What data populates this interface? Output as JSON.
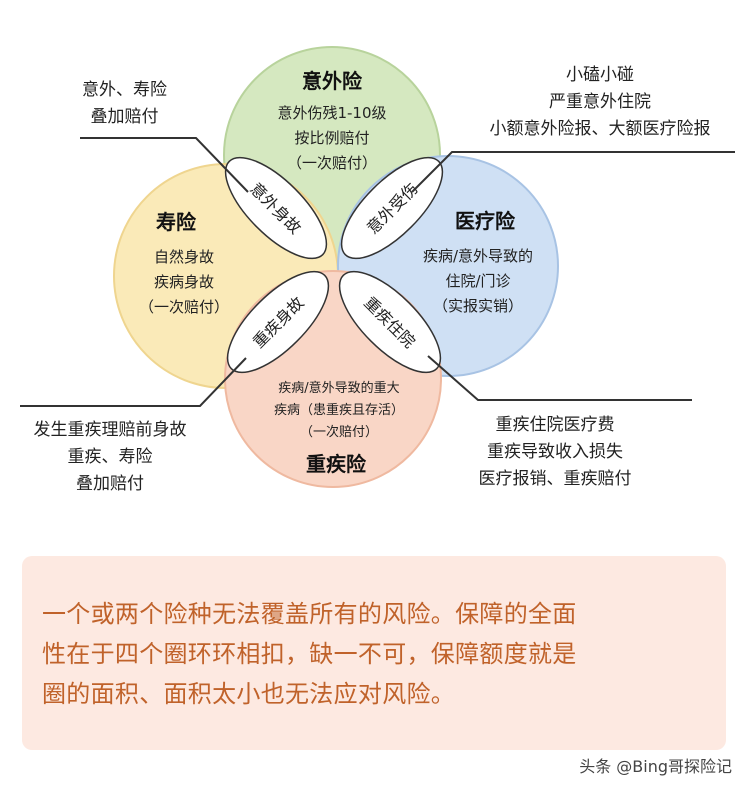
{
  "circles": {
    "accident": {
      "title": "意外险",
      "lines": [
        "意外伤残1-10级",
        "按比例赔付",
        "（一次赔付）"
      ],
      "fill": "#d5e8c0",
      "stroke": "#b8d39c"
    },
    "life": {
      "title": "寿险",
      "lines": [
        "自然身故",
        "疾病身故",
        "（一次赔付）"
      ],
      "fill": "#faeab8",
      "stroke": "#efd58f"
    },
    "medical": {
      "title": "医疗险",
      "lines": [
        "疾病/意外导致的",
        "住院/门诊",
        "（实报实销）"
      ],
      "fill": "#cfe0f4",
      "stroke": "#a8c3e4"
    },
    "critical": {
      "title": "重疾险",
      "lines": [
        "疾病/意外导致的重大",
        "疾病（患重疾且存活）",
        "（一次赔付）"
      ],
      "fill": "#f9d6c6",
      "stroke": "#efb9a0"
    }
  },
  "overlaps": {
    "accident_life": "意外身故",
    "accident_medical": "意外受伤",
    "life_critical": "重疾身故",
    "medical_critical": "重疾住院"
  },
  "annotations": {
    "top_left": [
      "意外、寿险",
      "叠加赔付"
    ],
    "top_right": [
      "小磕小碰",
      "严重意外住院",
      "小额意外险报、大额医疗险报"
    ],
    "bottom_left": [
      "发生重疾理赔前身故",
      "重疾、寿险",
      "叠加赔付"
    ],
    "bottom_right": [
      "重疾住院医疗费",
      "重疾导致收入损失",
      "医疗报销、重疾赔付"
    ]
  },
  "summary": [
    "一个或两个险种无法覆盖所有的风险。保障的全面",
    "性在于四个圈环环相扣，缺一不可，保障额度就是",
    "圈的面积、面积太小也无法应对风险。"
  ],
  "footer": "头条 @Bing哥探险记",
  "colors": {
    "lens": "#ffffff",
    "lens_stroke": "#333333",
    "summary_text": "#c0622a",
    "summary_bg": "#fde9e1"
  }
}
